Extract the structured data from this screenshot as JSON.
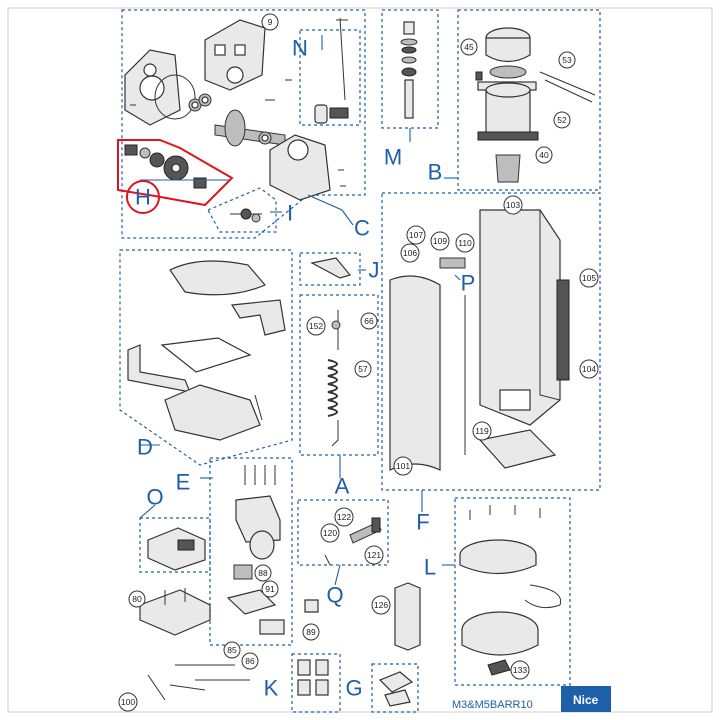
{
  "diagram": {
    "model_code": "M3&M5BARR10",
    "brand": "Nice",
    "accent_color": "#1d5fa8",
    "highlight_color": "#e0141e",
    "groups": {
      "A": "A",
      "B": "B",
      "C": "C",
      "D": "D",
      "E": "E",
      "F": "F",
      "G": "G",
      "H": "H",
      "I": "I",
      "J": "J",
      "K": "K",
      "L": "L",
      "M": "M",
      "N": "N",
      "O": "O",
      "P": "P",
      "Q": "Q"
    },
    "callouts": {
      "c9": "9",
      "c45": "45",
      "c53": "53",
      "c52": "52",
      "c40": "40",
      "c103": "103",
      "c107": "107",
      "c109": "109",
      "c110": "110",
      "c106": "106",
      "c105": "105",
      "c104": "104",
      "c119": "119",
      "c101": "101",
      "c152": "152",
      "c66": "66",
      "c57": "57",
      "c122": "122",
      "c120": "120",
      "c121": "121",
      "c126": "126",
      "c89": "89",
      "c88": "88",
      "c91": "91",
      "c80": "80",
      "c85": "85",
      "c86": "86",
      "c100": "100",
      "c133": "133"
    }
  }
}
